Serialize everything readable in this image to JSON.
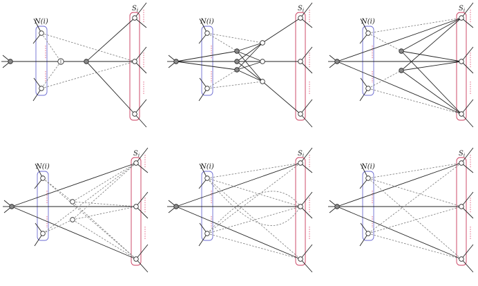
{
  "labels": {
    "neighborhood": "N(i)",
    "set_main": "S",
    "set_sub": "i"
  },
  "colors": {
    "neighborhood_box": "#6a6ad0",
    "set_box": "#c8385a",
    "dots": "#e06080",
    "edge": "#222222",
    "dashed": "#777777",
    "filled_node": "#888888",
    "open_node": "#ffffff"
  },
  "panels": [
    {
      "id": "top-left",
      "variant": "single-center-node"
    },
    {
      "id": "top-middle",
      "variant": "bipartite-middle"
    },
    {
      "id": "top-right",
      "variant": "two-filled-middle"
    },
    {
      "id": "bottom-left",
      "variant": "two-open-middle"
    },
    {
      "id": "bottom-middle",
      "variant": "all-dashed-crossing"
    },
    {
      "id": "bottom-right",
      "variant": "direct-dashed"
    }
  ]
}
